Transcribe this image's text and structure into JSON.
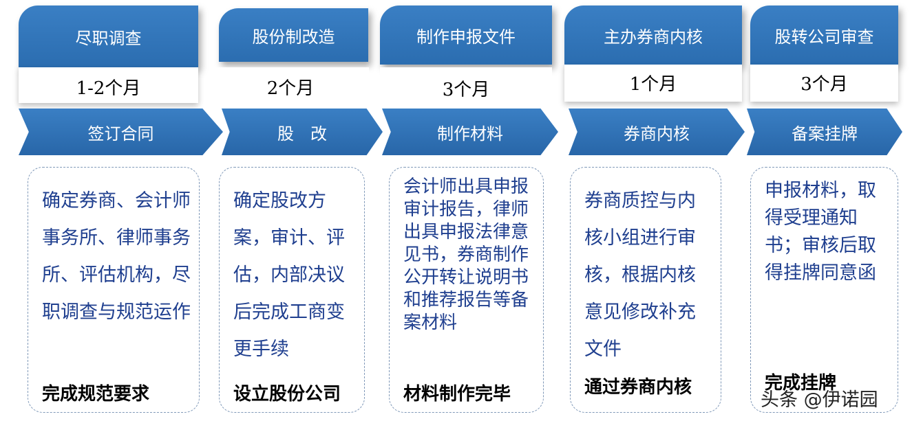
{
  "colors": {
    "primary": "#2b6db0",
    "body_text": "#1f3f8f",
    "border": "#7f98b8"
  },
  "stages": [
    {
      "phase": "尽职调查",
      "duration": "1-2个月",
      "step": "签订合同",
      "description": "确定券商、会计师事务所、律师事务所、评估机构，尽职调查与规范运作",
      "result": "完成规范要求"
    },
    {
      "phase": "股份制改造",
      "duration": "2个月",
      "step": "股　改",
      "description": "确定股改方案，审计、评估，内部决议后完成工商变更手续",
      "result": "设立股份公司"
    },
    {
      "phase": "制作申报文件",
      "duration": "3个月",
      "step": "制作材料",
      "description": "会计师出具申报审计报告，律师出具申报法律意见书，券商制作公开转让说明书和推荐报告等备案材料",
      "result": "材料制作完毕"
    },
    {
      "phase": "主办券商内核",
      "duration": "1个月",
      "step": "券商内核",
      "description": "券商质控与内核小组进行审核，根据内核意见修改补充文件",
      "result": "通过券商内核"
    },
    {
      "phase": "股转公司审查",
      "duration": "3个月",
      "step": "备案挂牌",
      "description": "申报材料，取得受理通知书；审核后取得挂牌同意函",
      "result": "完成挂牌"
    }
  ],
  "watermark": "头条 @伊诺园"
}
